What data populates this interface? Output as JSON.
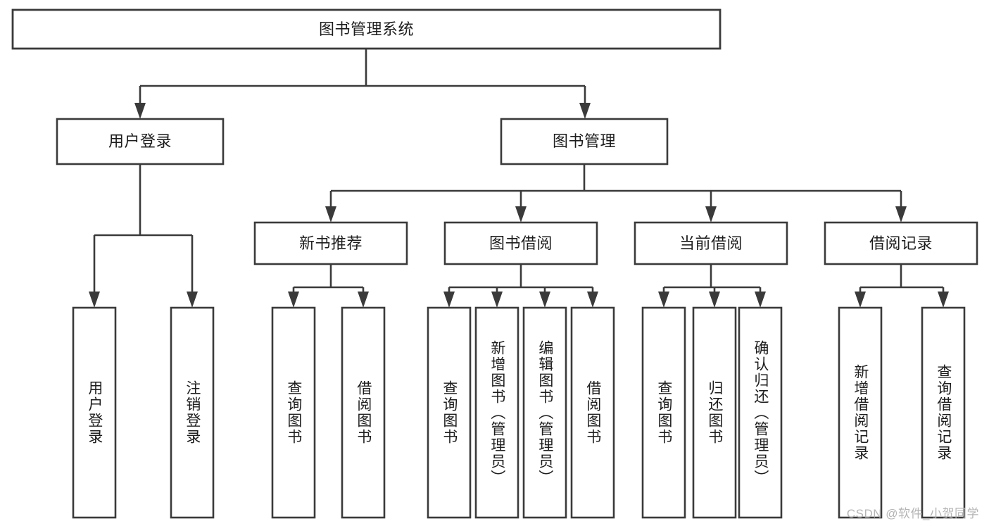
{
  "diagram": {
    "title": "图书管理系统",
    "type": "hierarchy-tree",
    "watermark": "CSDN @软件_小贺同学",
    "colors": {
      "stroke": "#3a3a3a",
      "fill": "#ffffff",
      "text": "#1d1d1d",
      "watermark": "#b4b4b4"
    },
    "levels": {
      "root": {
        "label": "图书管理系统"
      },
      "level2": [
        {
          "label": "用户登录"
        },
        {
          "label": "图书管理"
        }
      ],
      "level3": [
        {
          "label": "新书推荐"
        },
        {
          "label": "图书借阅"
        },
        {
          "label": "当前借阅"
        },
        {
          "label": "借阅记录"
        }
      ],
      "leaves": {
        "user_login": [
          {
            "label": "用户登录"
          },
          {
            "label": "注销登录"
          }
        ],
        "new_book_recommend": [
          {
            "label": "查询图书"
          },
          {
            "label": "借阅图书"
          }
        ],
        "book_borrow": [
          {
            "label": "查询图书"
          },
          {
            "label": "新增图书（管理员）"
          },
          {
            "label": "编辑图书（管理员）"
          },
          {
            "label": "借阅图书"
          }
        ],
        "current_borrow": [
          {
            "label": "查询图书"
          },
          {
            "label": "归还图书"
          },
          {
            "label": "确认归还（管理员）"
          }
        ],
        "borrow_record": [
          {
            "label": "新增借阅记录"
          },
          {
            "label": "查询借阅记录"
          }
        ]
      }
    }
  }
}
